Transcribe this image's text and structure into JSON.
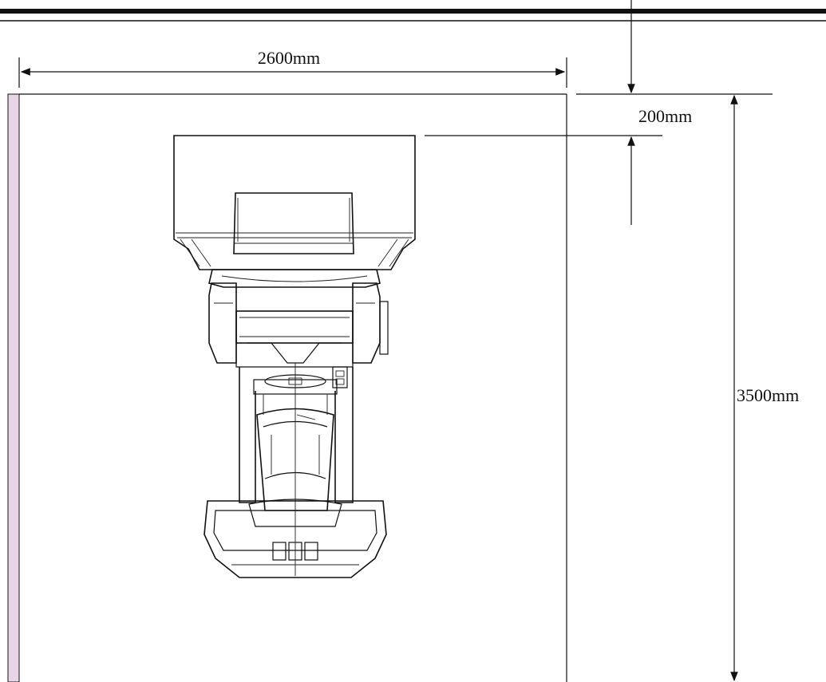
{
  "dimensions": {
    "width_label": "2600mm",
    "depth_label": "3500mm",
    "clearance_label": "200mm"
  },
  "colors": {
    "line": "#111111",
    "wall_strip": "#e8d6e6",
    "background": "#ffffff"
  }
}
